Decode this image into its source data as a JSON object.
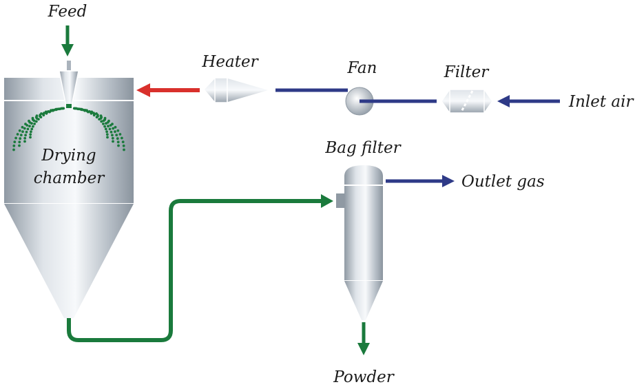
{
  "labels": {
    "feed": "Feed",
    "heater": "Heater",
    "fan": "Fan",
    "filter": "Filter",
    "inlet_air": "Inlet air",
    "drying_chamber_line1": "Drying",
    "drying_chamber_line2": "chamber",
    "bag_filter": "Bag filter",
    "outlet_gas": "Outlet gas",
    "powder": "Powder"
  },
  "colors": {
    "air_line": "#2e3a87",
    "hot_air": "#d9302c",
    "product_line": "#1a7a3c",
    "spray_droplets": "#1a7a3c",
    "vessel_metal": "#b4bcc4"
  }
}
